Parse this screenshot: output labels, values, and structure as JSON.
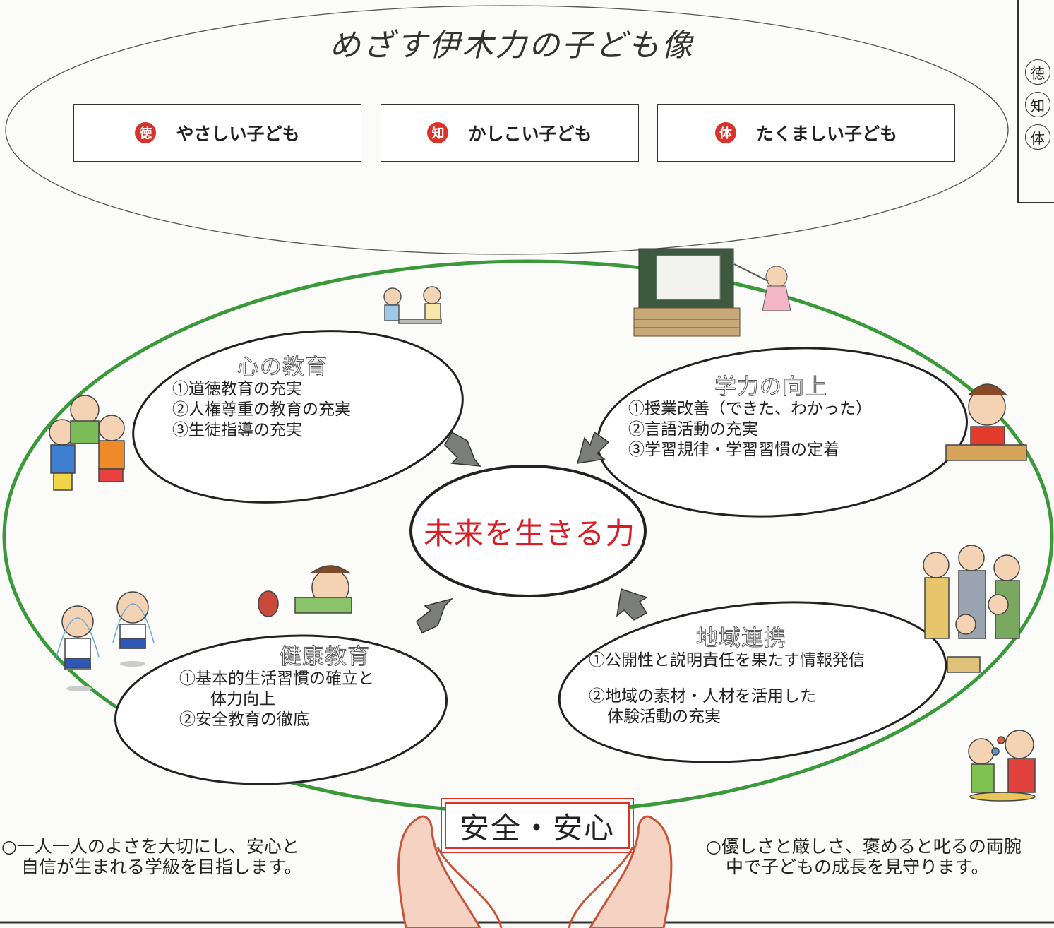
{
  "title": "めざす伊木力の子ども像",
  "traits": [
    {
      "seal": "徳",
      "label": "やさしい子ども"
    },
    {
      "seal": "知",
      "label": "かしこい子ども"
    },
    {
      "seal": "体",
      "label": "たくましい子ども"
    }
  ],
  "side_seals": [
    "徳",
    "知",
    "体"
  ],
  "center": "未来を生きる力",
  "pillars": {
    "kokoro": {
      "title": "心の教育",
      "items": [
        "①道徳教育の充実",
        "②人権尊重の教育の充実",
        "③生徒指導の充実"
      ]
    },
    "gakuryoku": {
      "title": "学力の向上",
      "items": [
        "①授業改善（できた、わかった）",
        "②言語活動の充実",
        "③学習規律・学習習慣の定着"
      ]
    },
    "kenko": {
      "title": "健康教育",
      "items": [
        "①基本的生活習慣の確立と",
        "体力向上",
        "②安全教育の徹底"
      ]
    },
    "chiiki": {
      "title": "地域連携",
      "items": [
        "①公開性と説明責任を果たす情報発信",
        "②地域の素材・人材を活用した",
        "体験活動の充実"
      ]
    }
  },
  "anzen": "安全・安心",
  "notes": {
    "left": [
      "○一人一人のよさを大切にし、安心と",
      "自信が生まれる学級を目指します。"
    ],
    "right": [
      "○優しさと厳しさ、褒めると叱るの両腕",
      "中で子どもの成長を見守ります。"
    ]
  },
  "colors": {
    "green_ring": "#3a9a3a",
    "center_red": "#d81d25",
    "seal_red": "#d9322b",
    "arrow_gray": "#7a7d7a"
  }
}
